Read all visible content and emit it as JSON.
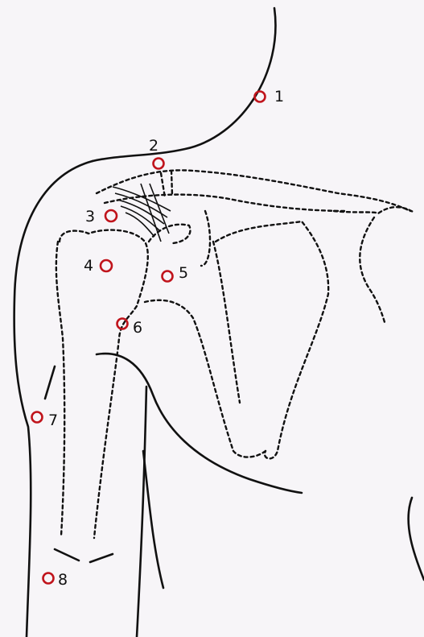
{
  "colors": {
    "background": "#f7f5f8",
    "outline": "#111111",
    "marker": "#c0141c"
  },
  "points": [
    {
      "id": "1",
      "label": "1"
    },
    {
      "id": "2",
      "label": "2"
    },
    {
      "id": "3",
      "label": "3"
    },
    {
      "id": "4",
      "label": "4"
    },
    {
      "id": "5",
      "label": "5"
    },
    {
      "id": "6",
      "label": "6"
    },
    {
      "id": "7",
      "label": "7"
    },
    {
      "id": "8",
      "label": "8"
    }
  ]
}
